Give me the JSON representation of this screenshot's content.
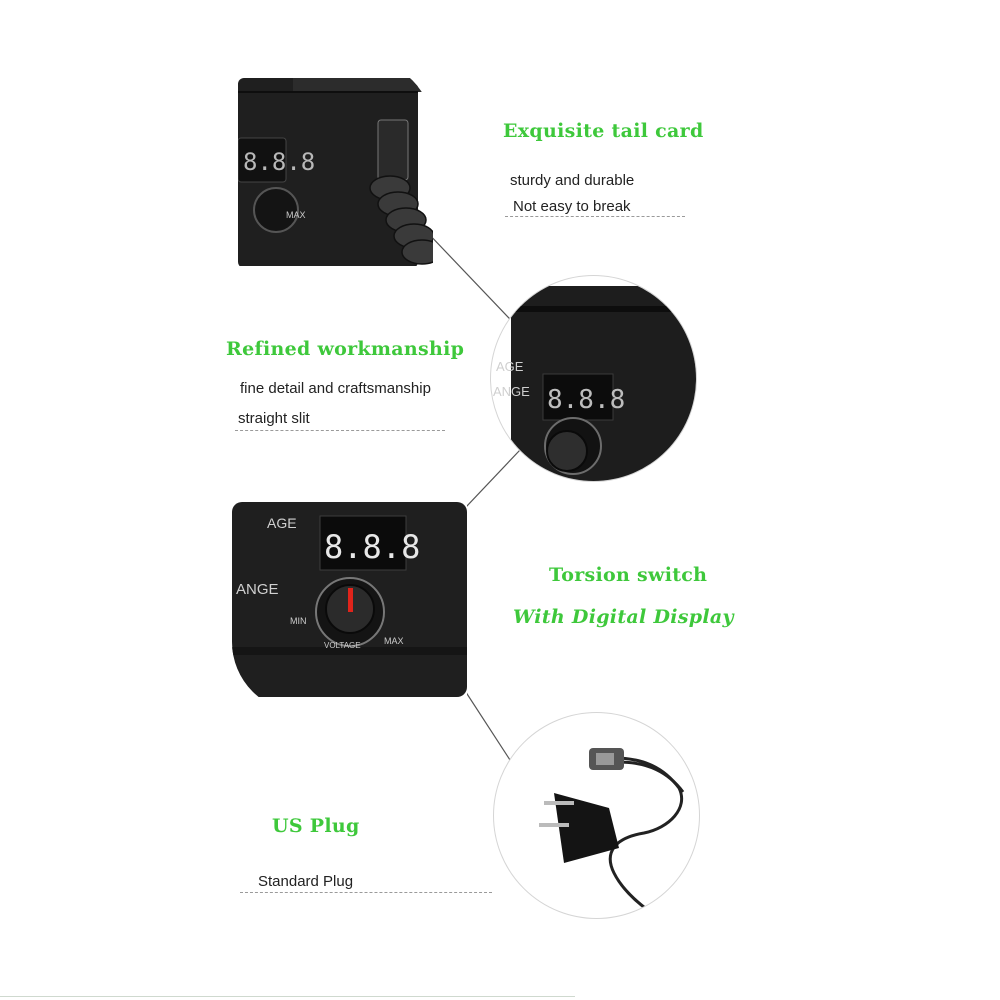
{
  "features": [
    {
      "title": "Exquisite tail card",
      "lines": [
        "sturdy and durable",
        "Not easy to break"
      ]
    },
    {
      "title": "Refined workmanship",
      "lines": [
        "fine detail and craftsmanship",
        "straight slit"
      ]
    },
    {
      "title": "Torsion switch",
      "subtitle": "With Digital Display"
    },
    {
      "title": "US Plug",
      "lines": [
        "Standard Plug"
      ]
    }
  ],
  "device_labels": {
    "display": "8.8.8",
    "min": "MIN",
    "max": "MAX",
    "voltage": "VOLTAGE",
    "range": "ANGE",
    "range_top": "AGE"
  },
  "colors": {
    "heading": "#3ec83b",
    "device": "#1e1e1e",
    "knob_indicator": "#e0241b",
    "display_led": "#ff2a1a"
  }
}
